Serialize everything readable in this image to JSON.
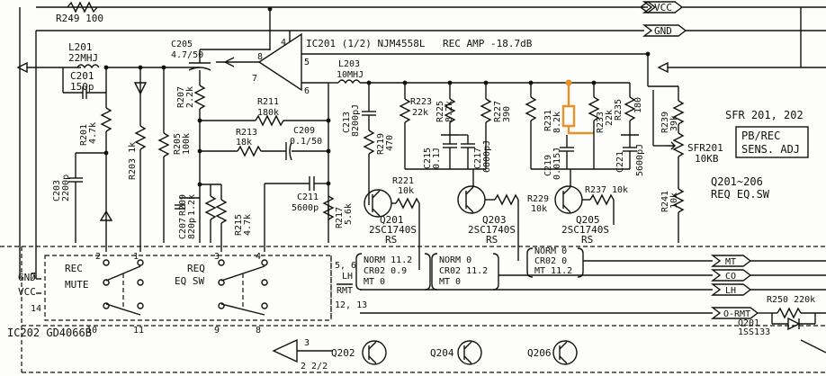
{
  "nets": {
    "vcc": "VCC",
    "gnd": "GND",
    "mt": "MT",
    "co": "CO",
    "lh": "LH",
    "o_rmt": "O-RMT"
  },
  "amp": {
    "ic": "IC201 (1/2) NJM4558L",
    "title": "REC AMP -18.7dB",
    "pin4": "4",
    "pin5": "5",
    "pin6": "6",
    "pin7": "7",
    "pin8": "8"
  },
  "inputs": {
    "gnd": "GND",
    "vcc": "VCC",
    "rec_mute_1": "REC",
    "rec_mute_2": "MUTE",
    "req_eq_1": "REQ",
    "req_eq_2": "EQ SW",
    "ic202": "IC202 GD4066B"
  },
  "adj": {
    "line1": "SFR 201, 202",
    "line2": "PB/REC",
    "line3": "SENS. ADJ",
    "sfr_name": "SFR201",
    "sfr_value": "10KB",
    "q_label_1": "Q201~206",
    "q_label_2": "REQ EQ.SW"
  },
  "components": {
    "R249": "R249 100",
    "L201a": "L201",
    "L201b": "22MHJ",
    "C201a": "C201",
    "C201b": "150p",
    "R201a": "R201",
    "R201b": "4.7k",
    "C203a": "C203",
    "C203b": "2200p",
    "R203": "R203 1k",
    "C205a": "C205",
    "C205b": "4.7/50",
    "R207a": "R207",
    "R207b": "2.2k",
    "R205a": "R205",
    "R205b": "100k",
    "R211a": "R211",
    "R211b": "180k",
    "R213a": "R213",
    "R213b": "18k",
    "C209a": "C209",
    "C209b": "0.1/50",
    "R209a": "R209",
    "R209b": "1.2k",
    "C207a": "C207",
    "C207b": "820p",
    "R215a": "R215",
    "R215b": "4.7k",
    "C211a": "C211",
    "C211b": "5600p",
    "L203a": "L203",
    "L203b": "10MHJ",
    "C213a": "C213",
    "C213b": "8200pJ",
    "R219a": "R219",
    "R219b": "470",
    "R217a": "R217",
    "R217b": "5.6k",
    "R223a": "R223",
    "R223b": "22k",
    "R221a": "R221",
    "R221b": "10k",
    "R225a": "R225",
    "R225b": "8.2k",
    "C215a": "C215",
    "C215b": "0.1J",
    "C217a": "C217",
    "C217b": "6800pJ",
    "R227a": "R227",
    "R227b": "390",
    "R229a": "R229",
    "R229b": "10k",
    "R231a": "R231",
    "R231b": "8.2k",
    "C219a": "C219",
    "C219b": "0.015J",
    "R233a": "R233",
    "R233b": "22k",
    "R235a": "R235",
    "R235b": "180",
    "C221a": "C221",
    "C221b": "5600pJ",
    "R237a": "R237",
    "R237b": "10k",
    "R239a": "R239",
    "R239b": "39k",
    "R241a": "R241",
    "R241b": "10k",
    "R250": "R250 220k",
    "D201a": "Q201",
    "D201b": "1SS133"
  },
  "transistors": [
    {
      "name": "Q201",
      "part": "2SC1740S",
      "rank": "RS"
    },
    {
      "name": "Q203",
      "part": "2SC1740S",
      "rank": "RS"
    },
    {
      "name": "Q205",
      "part": "2SC1740S",
      "rank": "RS"
    }
  ],
  "modes": [
    {
      "l1": "NORM 11.2",
      "l2": "CR02 0.9",
      "l3": "MT 0"
    },
    {
      "l1": "NORM 0",
      "l2": "CR02 11.2",
      "l3": "MT 0"
    },
    {
      "l1": "NORM 0",
      "l2": "CR02 0",
      "l3": "MT 11.2"
    }
  ],
  "pins": {
    "p1": "1",
    "p2": "2",
    "p3": "3",
    "p4": "4",
    "p56": "5, 6",
    "lh": "LH",
    "rmt": "RMT",
    "p1213": "12, 13",
    "p14": "14",
    "p7": "7",
    "p10": "10",
    "p11": "11",
    "p9": "9",
    "p8": "8"
  },
  "bottom": {
    "q202": "Q202",
    "q204": "Q204",
    "q206": "Q206",
    "inv_pin": "3",
    "inv_frac": "2 2/2"
  },
  "colors": {
    "highlight": "#e8912a",
    "ink": "#111111",
    "paper": "#fdfdfb"
  }
}
